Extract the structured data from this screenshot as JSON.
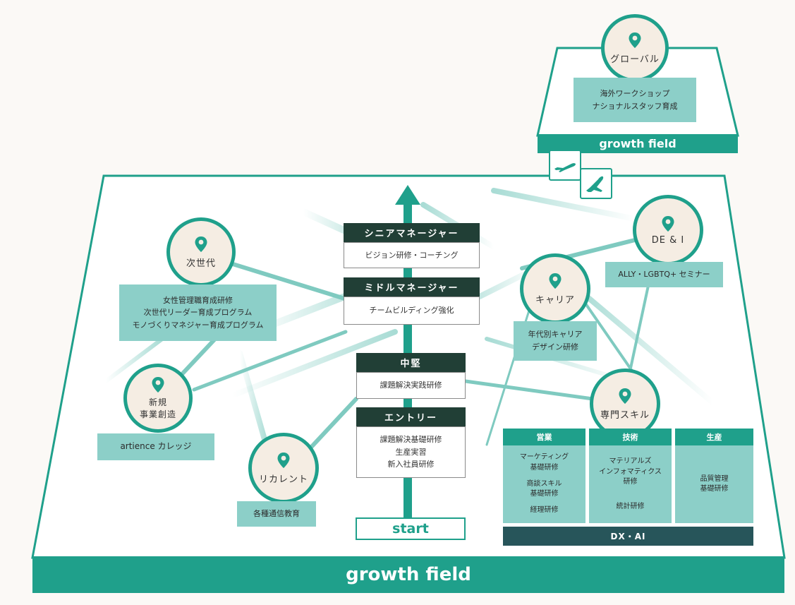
{
  "platform_main_label": "growth field",
  "platform_global_label": "growth field",
  "start_label": "start",
  "global": {
    "title": "グローバル",
    "items": [
      "海外ワークショップ",
      "ナショナルスタッフ育成"
    ]
  },
  "ladder": [
    {
      "level": "シニアマネージャー",
      "items": [
        "ビジョン研修・コーチング"
      ]
    },
    {
      "level": "ミドルマネージャー",
      "items": [
        "チームビルディング強化"
      ]
    },
    {
      "level": "中堅",
      "items": [
        "課題解決実践研修"
      ]
    },
    {
      "level": "エントリー",
      "items": [
        "課題解決基礎研修",
        "生産実習",
        "新入社員研修"
      ]
    }
  ],
  "themes": {
    "next_gen": {
      "title": "次世代",
      "items": [
        "女性管理職育成研修",
        "次世代リーダー育成プログラム",
        "モノづくりマネジャー育成プログラム"
      ]
    },
    "new_business": {
      "title_lines": [
        "新規",
        "事業創造"
      ],
      "items": [
        "artience カレッジ"
      ]
    },
    "recurrent": {
      "title": "リカレント",
      "items": [
        "各種通信教育"
      ]
    },
    "career": {
      "title": "キャリア",
      "items": [
        "年代別キャリア",
        "デザイン研修"
      ]
    },
    "dei": {
      "title": "DE & I",
      "items": [
        "ALLY・LGBTQ+ セミナー"
      ]
    },
    "specialty": {
      "title": "専門スキル"
    }
  },
  "skills": {
    "columns": [
      {
        "head": "営業",
        "groups": [
          [
            "マーケティング",
            "基礎研修"
          ],
          [
            "商談スキル",
            "基礎研修"
          ],
          [
            "経理研修"
          ]
        ]
      },
      {
        "head": "技術",
        "groups": [
          [
            "マテリアルズ",
            "インフォマティクス",
            "研修"
          ],
          [
            "統計研修"
          ]
        ]
      },
      {
        "head": "生産",
        "groups": [
          [
            "品質管理",
            "基礎研修"
          ]
        ]
      }
    ],
    "footer": "DX・AI"
  },
  "icons": [
    "location-pin-icon",
    "airplane-takeoff-icon",
    "airplane-landing-icon",
    "up-arrow-icon"
  ],
  "colors": {
    "teal": "#1fa08b",
    "light_teal": "#8ccfc8",
    "dark": "#213f36",
    "circle_fill": "#f5ede3",
    "background": "#fbf9f6"
  }
}
